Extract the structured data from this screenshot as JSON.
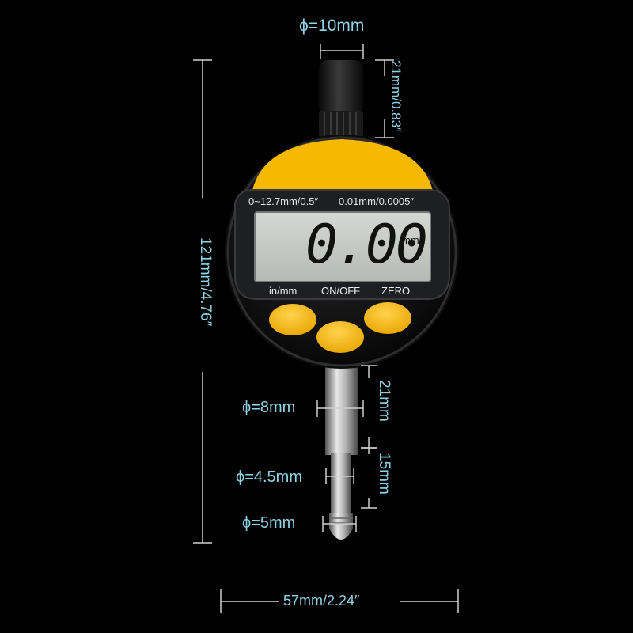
{
  "dimensions": {
    "top_diameter": "ϕ=10mm",
    "top_cap_height": "21mm/0.83″",
    "total_height": "121mm/4.76″",
    "stem_diameter": "ϕ=8mm",
    "stem_length": "21mm",
    "tip_shaft_diameter": "ϕ=4.5mm",
    "tip_length": "15mm",
    "tip_diameter": "ϕ=5mm",
    "total_width": "57mm/2.24″"
  },
  "gauge": {
    "range_label": "0~12.7mm/0.5″",
    "resolution_label": "0.01mm/0.0005″",
    "reading": "0.00",
    "unit": "mm",
    "buttons": {
      "left": "in/mm",
      "middle": "ON/OFF",
      "right": "ZERO"
    }
  },
  "colors": {
    "background": "#000000",
    "dimension_text": "#8fd3e6",
    "body_black": "#141414",
    "accent_yellow": "#f7b800",
    "lcd_bg": "#c9cbc6",
    "lcd_digits": "#111111"
  }
}
